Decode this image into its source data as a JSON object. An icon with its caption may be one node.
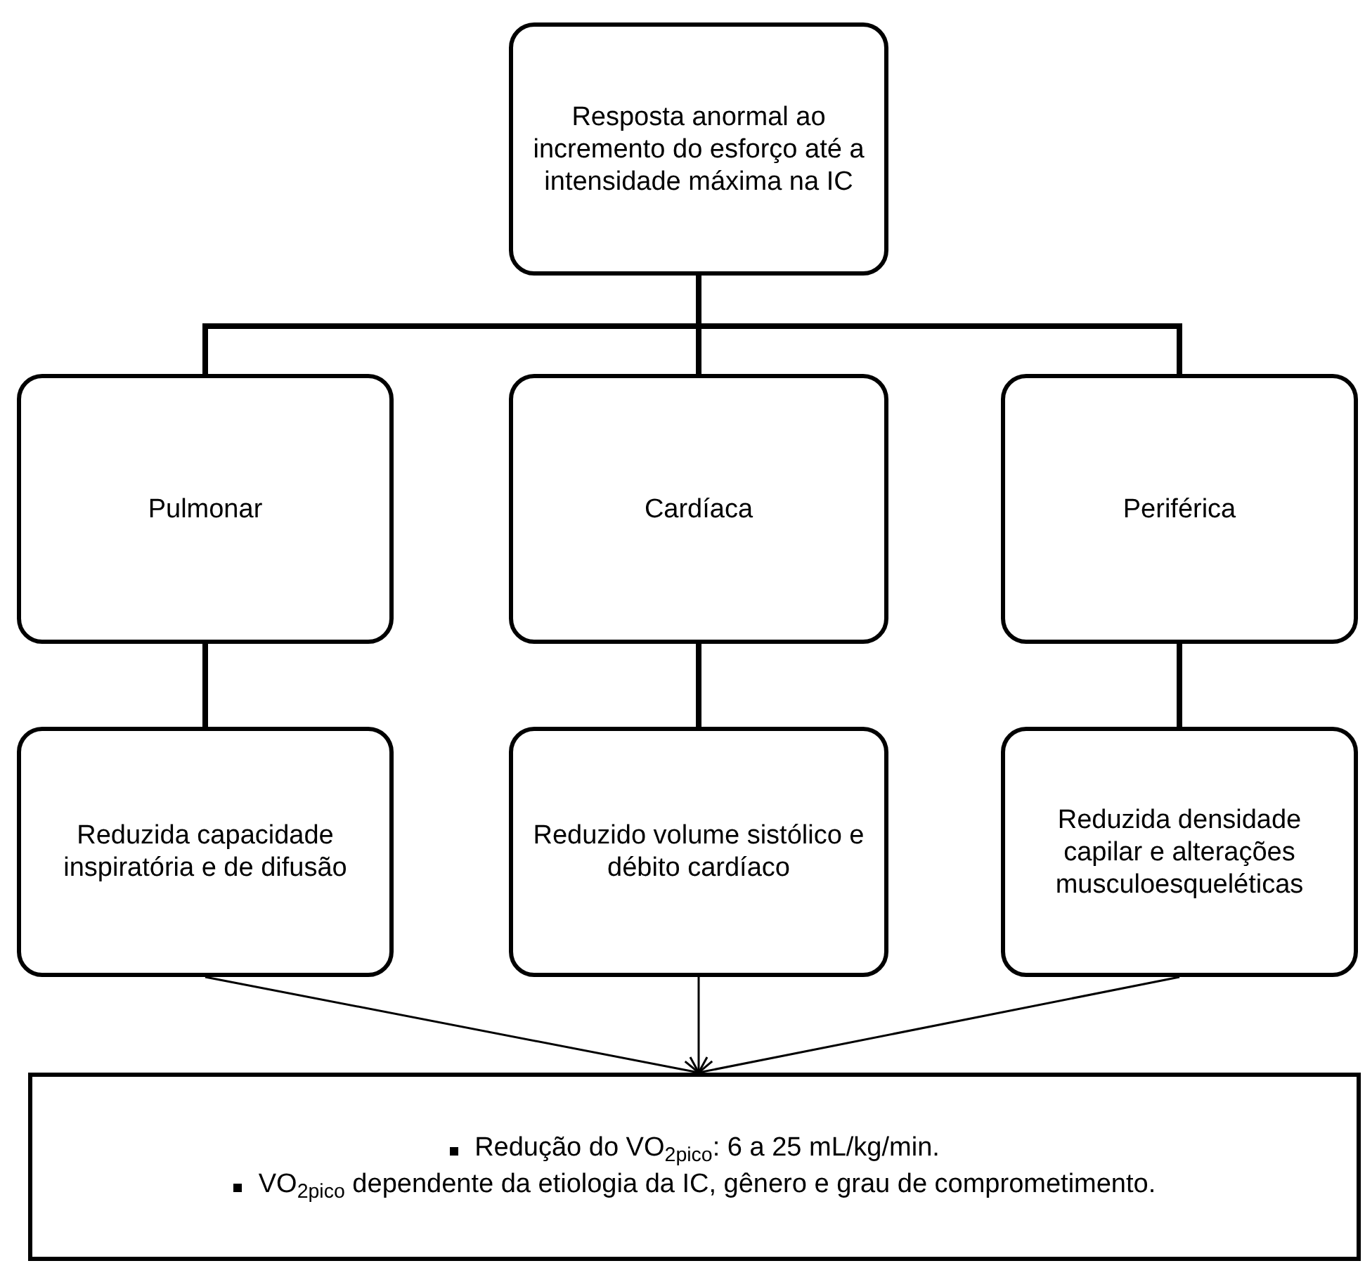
{
  "diagram": {
    "nodes": [
      {
        "text": [
          "Resposta anormal ao incremento do esforço até a intensidade máxima na IC"
        ]
      },
      {
        "text": [
          "Pulmonar"
        ]
      },
      {
        "text": [
          "Cardíaca"
        ]
      },
      {
        "text": [
          "Periférica"
        ]
      },
      {
        "text": [
          "Reduzida capacidade inspiratória e de difusão"
        ]
      },
      {
        "text": [
          "Reduzido volume sistólico e débito cardíaco"
        ]
      },
      {
        "text": [
          "Reduzida densidade capilar e alterações musculoesqueléticas"
        ]
      },
      {
        "text": [
          "Redução do VO$_{2pico}$: 6 a 25 mL/kg/min.",
          "VO$_{2pico}$ dependente da etiologia da IC, gênero e grau de comprometimento."
        ]
      }
    ],
    "edges": [
      {
        "from": 0,
        "to": 1,
        "arrow": "none"
      },
      {
        "from": 0,
        "to": 2,
        "arrow": "none"
      },
      {
        "from": 0,
        "to": 3,
        "arrow": "none"
      },
      {
        "from": 1,
        "to": 4,
        "arrow": "none"
      },
      {
        "from": 2,
        "to": 5,
        "arrow": "none"
      },
      {
        "from": 3,
        "to": 6,
        "arrow": "none"
      },
      {
        "from": 4,
        "to": 7,
        "arrow": "to"
      },
      {
        "from": 5,
        "to": 7,
        "arrow": "to"
      },
      {
        "from": 6,
        "to": 7,
        "arrow": "to"
      }
    ]
  }
}
